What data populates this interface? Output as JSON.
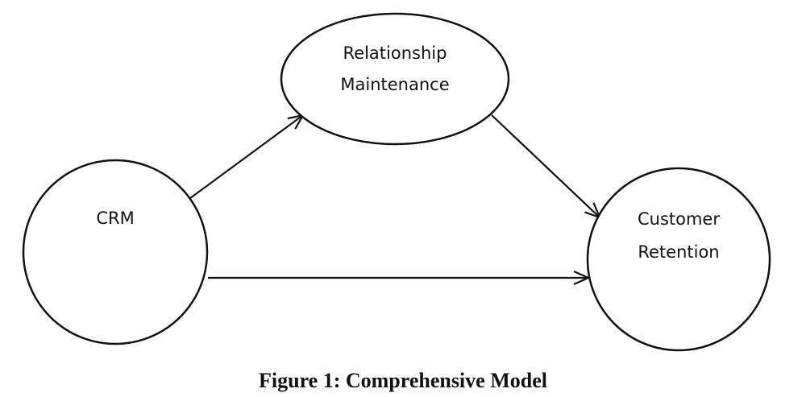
{
  "nodes": {
    "crm": {
      "label": "CRM"
    },
    "relationship_maintenance": {
      "line1": "Relationship",
      "line2": "Maintenance"
    },
    "customer_retention": {
      "line1": "Customer",
      "line2": "Retention"
    }
  },
  "edges": [
    {
      "from": "crm",
      "to": "relationship_maintenance"
    },
    {
      "from": "relationship_maintenance",
      "to": "customer_retention"
    },
    {
      "from": "crm",
      "to": "customer_retention"
    }
  ],
  "caption": "Figure 1: Comprehensive Model",
  "colors": {
    "stroke": "#111111",
    "background": "#ffffff"
  }
}
